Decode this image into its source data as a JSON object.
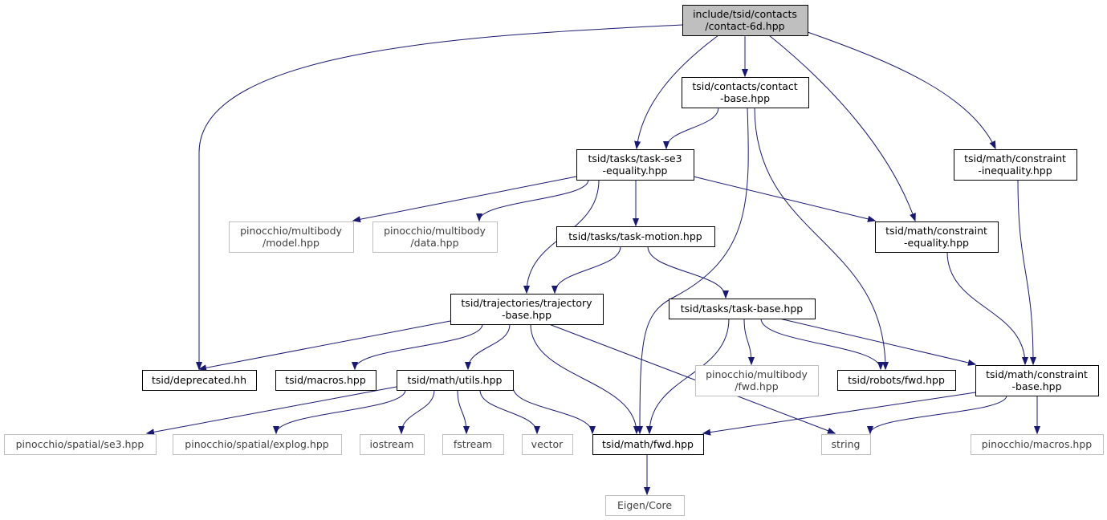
{
  "colors": {
    "edge": "#191970",
    "root_fill": "#bfbfbf",
    "root_border": "#000000",
    "internal_border": "#000000",
    "external_border": "#bfbfbf",
    "node_fill": "#ffffff"
  },
  "nodes": [
    {
      "id": "root",
      "kind": "root",
      "lines": [
        "include/tsid/contacts",
        "/contact-6d.hpp"
      ]
    },
    {
      "id": "contact_base",
      "kind": "internal",
      "lines": [
        "tsid/contacts/contact",
        "-base.hpp"
      ]
    },
    {
      "id": "task_se3",
      "kind": "internal",
      "lines": [
        "tsid/tasks/task-se3",
        "-equality.hpp"
      ]
    },
    {
      "id": "constraint_ineq",
      "kind": "internal",
      "lines": [
        "tsid/math/constraint",
        "-inequality.hpp"
      ]
    },
    {
      "id": "pin_model",
      "kind": "external",
      "lines": [
        "pinocchio/multibody",
        "/model.hpp"
      ]
    },
    {
      "id": "pin_data",
      "kind": "external",
      "lines": [
        "pinocchio/multibody",
        "/data.hpp"
      ]
    },
    {
      "id": "task_motion",
      "kind": "internal",
      "lines": [
        "tsid/tasks/task-motion.hpp"
      ]
    },
    {
      "id": "constraint_eq",
      "kind": "internal",
      "lines": [
        "tsid/math/constraint",
        "-equality.hpp"
      ]
    },
    {
      "id": "traj_base",
      "kind": "internal",
      "lines": [
        "tsid/trajectories/trajectory",
        "-base.hpp"
      ]
    },
    {
      "id": "task_base",
      "kind": "internal",
      "lines": [
        "tsid/tasks/task-base.hpp"
      ]
    },
    {
      "id": "deprecated",
      "kind": "internal",
      "lines": [
        "tsid/deprecated.hh"
      ]
    },
    {
      "id": "macros",
      "kind": "internal",
      "lines": [
        "tsid/macros.hpp"
      ]
    },
    {
      "id": "utils",
      "kind": "internal",
      "lines": [
        "tsid/math/utils.hpp"
      ]
    },
    {
      "id": "pin_fwd",
      "kind": "external",
      "lines": [
        "pinocchio/multibody",
        "/fwd.hpp"
      ]
    },
    {
      "id": "robots_fwd",
      "kind": "internal",
      "lines": [
        "tsid/robots/fwd.hpp"
      ]
    },
    {
      "id": "constraint_base",
      "kind": "internal",
      "lines": [
        "tsid/math/constraint",
        "-base.hpp"
      ]
    },
    {
      "id": "pin_se3",
      "kind": "external",
      "lines": [
        "pinocchio/spatial/se3.hpp"
      ]
    },
    {
      "id": "pin_explog",
      "kind": "external",
      "lines": [
        "pinocchio/spatial/explog.hpp"
      ]
    },
    {
      "id": "iostream",
      "kind": "external",
      "lines": [
        "iostream"
      ]
    },
    {
      "id": "fstream",
      "kind": "external",
      "lines": [
        "fstream"
      ]
    },
    {
      "id": "vector",
      "kind": "external",
      "lines": [
        "vector"
      ]
    },
    {
      "id": "math_fwd",
      "kind": "internal",
      "lines": [
        "tsid/math/fwd.hpp"
      ]
    },
    {
      "id": "string",
      "kind": "external",
      "lines": [
        "string"
      ]
    },
    {
      "id": "pin_macros",
      "kind": "external",
      "lines": [
        "pinocchio/macros.hpp"
      ]
    },
    {
      "id": "eigen_core",
      "kind": "external",
      "lines": [
        "Eigen/Core"
      ]
    }
  ],
  "edges": [
    {
      "from": "root",
      "to": "deprecated"
    },
    {
      "from": "root",
      "to": "task_se3"
    },
    {
      "from": "root",
      "to": "contact_base"
    },
    {
      "from": "root",
      "to": "constraint_eq"
    },
    {
      "from": "root",
      "to": "constraint_ineq"
    },
    {
      "from": "contact_base",
      "to": "task_se3"
    },
    {
      "from": "contact_base",
      "to": "math_fwd"
    },
    {
      "from": "contact_base",
      "to": "robots_fwd"
    },
    {
      "from": "task_se3",
      "to": "pin_model"
    },
    {
      "from": "task_se3",
      "to": "pin_data"
    },
    {
      "from": "task_se3",
      "to": "traj_base"
    },
    {
      "from": "task_se3",
      "to": "task_motion"
    },
    {
      "from": "task_se3",
      "to": "constraint_eq"
    },
    {
      "from": "task_motion",
      "to": "traj_base"
    },
    {
      "from": "task_motion",
      "to": "task_base"
    },
    {
      "from": "constraint_ineq",
      "to": "constraint_base"
    },
    {
      "from": "constraint_eq",
      "to": "constraint_base"
    },
    {
      "from": "traj_base",
      "to": "deprecated"
    },
    {
      "from": "traj_base",
      "to": "macros"
    },
    {
      "from": "traj_base",
      "to": "utils"
    },
    {
      "from": "traj_base",
      "to": "math_fwd"
    },
    {
      "from": "traj_base",
      "to": "string"
    },
    {
      "from": "task_base",
      "to": "math_fwd"
    },
    {
      "from": "task_base",
      "to": "pin_fwd"
    },
    {
      "from": "task_base",
      "to": "robots_fwd"
    },
    {
      "from": "task_base",
      "to": "constraint_base"
    },
    {
      "from": "utils",
      "to": "pin_se3"
    },
    {
      "from": "utils",
      "to": "pin_explog"
    },
    {
      "from": "utils",
      "to": "iostream"
    },
    {
      "from": "utils",
      "to": "fstream"
    },
    {
      "from": "utils",
      "to": "vector"
    },
    {
      "from": "utils",
      "to": "math_fwd"
    },
    {
      "from": "constraint_base",
      "to": "math_fwd"
    },
    {
      "from": "constraint_base",
      "to": "string"
    },
    {
      "from": "constraint_base",
      "to": "pin_macros"
    },
    {
      "from": "math_fwd",
      "to": "eigen_core"
    }
  ]
}
